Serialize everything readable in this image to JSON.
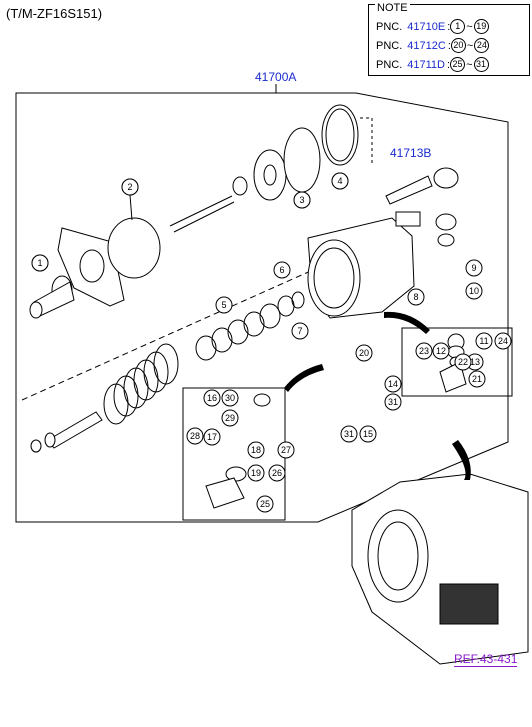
{
  "model_code": "(T/M-ZF16S151)",
  "note": {
    "title": "NOTE",
    "rows": [
      {
        "prefix": "PNC.",
        "code": "41710E",
        "sep": ":",
        "from": "1",
        "tilde": "~",
        "to": "19"
      },
      {
        "prefix": "PNC.",
        "code": "41712C",
        "sep": ":",
        "from": "20",
        "tilde": "~",
        "to": "24"
      },
      {
        "prefix": "PNC.",
        "code": "41711D",
        "sep": ":",
        "from": "25",
        "tilde": "~",
        "to": "31"
      }
    ]
  },
  "assembly_label": "41700A",
  "subassembly_label": "41713B",
  "ref_label": "REF.43-431",
  "callouts": [
    "1",
    "2",
    "3",
    "4",
    "5",
    "6",
    "7",
    "8",
    "9",
    "10",
    "11",
    "12",
    "13",
    "14",
    "15",
    "16",
    "17",
    "18",
    "19",
    "20",
    "21",
    "22",
    "23",
    "24",
    "25",
    "26",
    "27",
    "28",
    "29",
    "30",
    "31"
  ],
  "colors": {
    "pnc_blue": "#1a2ad0",
    "ref_purple": "#8a1ad0",
    "line": "#000000"
  }
}
